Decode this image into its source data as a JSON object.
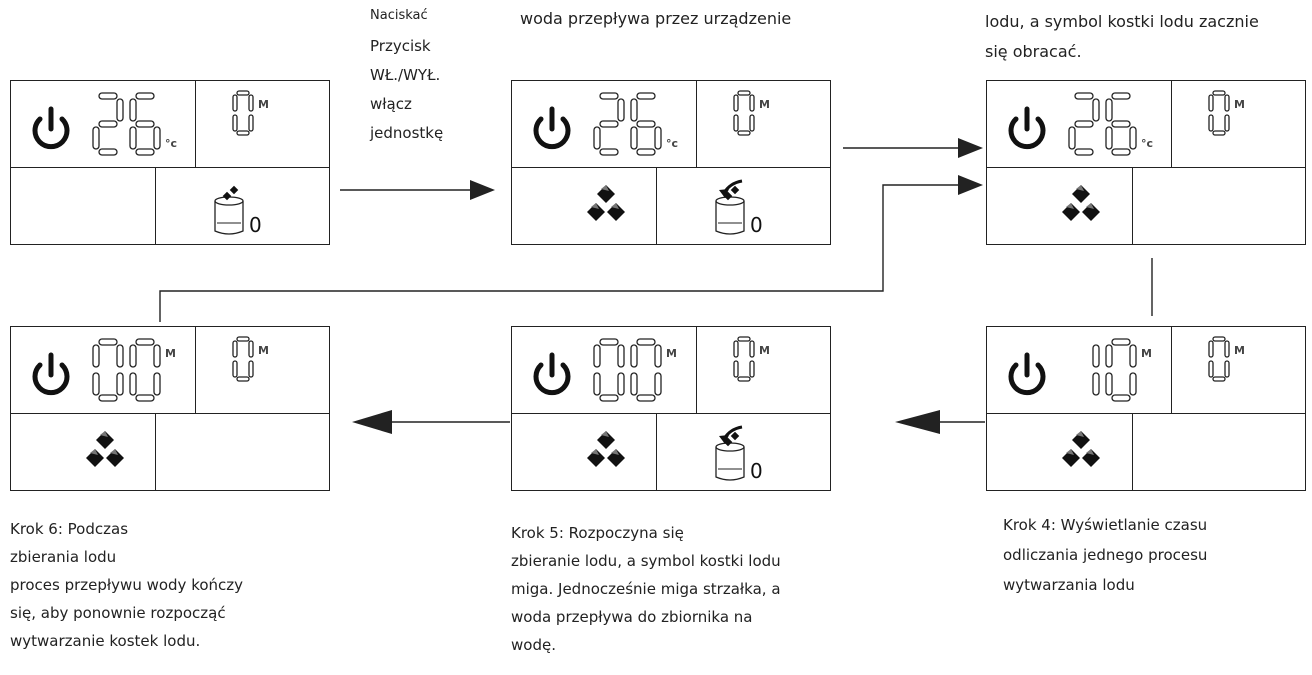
{
  "top_labels": {
    "button_instruction": [
      "Naciskać",
      "Przycisk",
      "WŁ./WYŁ.",
      "włącz",
      "jednostkę"
    ],
    "step2_caption": "woda przepływa przez urządzenie",
    "step3_caption": [
      "lodu, a symbol kostki lodu zacznie",
      "się obracać."
    ]
  },
  "steps": [
    {
      "id": "step1",
      "big_digits": "26",
      "unit": "°c",
      "small_digit": "0",
      "small_unit": "M",
      "ice_cubes": false,
      "bucket": true,
      "bucket_arrow": false,
      "bucket_value": "0"
    },
    {
      "id": "step2",
      "big_digits": "26",
      "unit": "°c",
      "small_digit": "0",
      "small_unit": "M",
      "ice_cubes": true,
      "bucket": true,
      "bucket_arrow": true,
      "bucket_value": "0"
    },
    {
      "id": "step3",
      "big_digits": "26",
      "unit": "°c",
      "small_digit": "0",
      "small_unit": "M",
      "ice_cubes": true,
      "bucket": false
    },
    {
      "id": "step4",
      "big_digits": "10",
      "unit": "M",
      "small_digit": "0",
      "small_unit": "M",
      "ice_cubes": true,
      "bucket": false
    },
    {
      "id": "step5",
      "big_digits": "00",
      "unit": "M",
      "small_digit": "0",
      "small_unit": "M",
      "ice_cubes": true,
      "bucket": true,
      "bucket_arrow": true,
      "bucket_value": "0"
    },
    {
      "id": "step6",
      "big_digits": "00",
      "unit": "M",
      "small_digit": "0",
      "small_unit": "M",
      "ice_cubes": true,
      "bucket": false
    }
  ],
  "captions": {
    "step6": [
      "Krok 6: Podczas",
      "zbierania lodu",
      "proces przepływu wody kończy",
      "się, aby ponownie rozpocząć",
      "wytwarzanie kostek lodu."
    ],
    "step5": [
      "Krok 5: Rozpoczyna się",
      "zbieranie lodu, a symbol kostki lodu",
      "miga. Jednocześnie miga strzałka, a",
      "woda przepływa do zbiornika na",
      "wodę."
    ],
    "step4": [
      "Krok 4: Wyświetlanie czasu",
      "odliczania jednego procesu",
      "wytwarzania lodu"
    ]
  }
}
